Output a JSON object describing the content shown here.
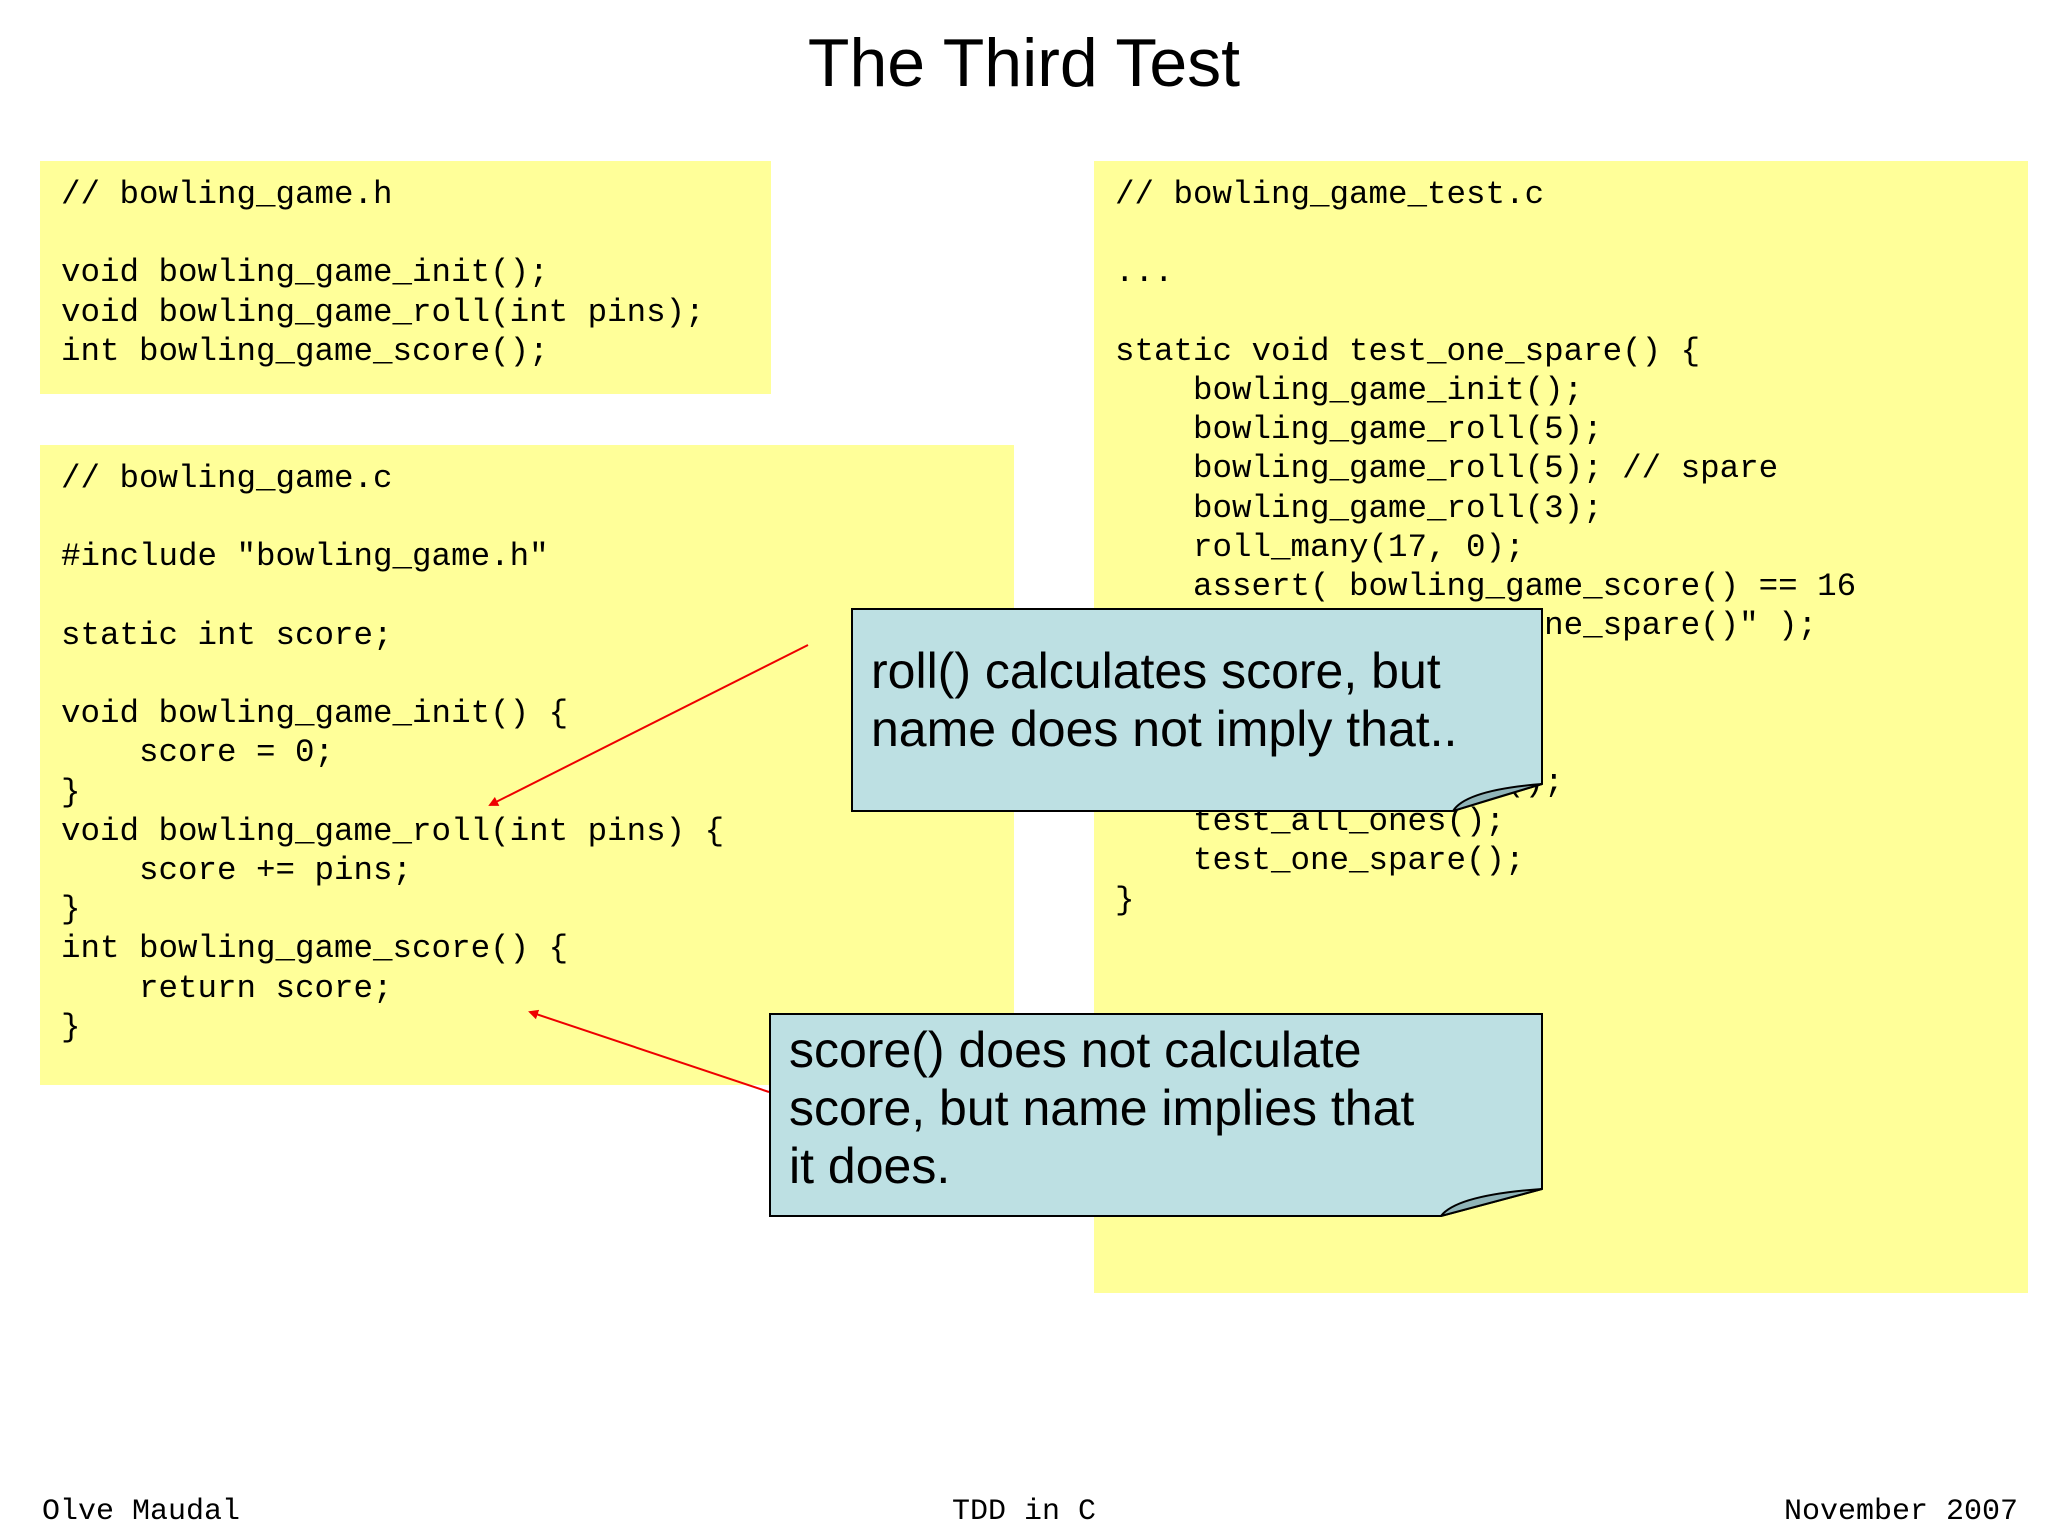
{
  "slide": {
    "title": "The Third Test"
  },
  "code": {
    "header_file": "// bowling_game.h\n\nvoid bowling_game_init();\nvoid bowling_game_roll(int pins);\nint bowling_game_score();",
    "source_file": "// bowling_game.c\n\n#include \"bowling_game.h\"\n\nstatic int score;\n\nvoid bowling_game_init() {\n    score = 0;\n}\nvoid bowling_game_roll(int pins) {\n    score += pins;\n}\nint bowling_game_score() {\n    return score;\n}",
    "test_file": "// bowling_game_test.c\n\n...\n\nstatic void test_one_spare() {\n    bowling_game_init();\n    bowling_game_roll(5);\n    bowling_game_roll(5); // spare\n    bowling_game_roll(3);\n    roll_many(17, 0);\n    assert( bowling_game_score() == 16\n            && \"test_one_spare()\" );\n}\n\nint main() {\n    test_gutter_game();\n    test_all_ones();\n    test_one_spare();\n}"
  },
  "callouts": {
    "roll": "roll() calculates score, but\nname does not imply that..",
    "score": "score() does not calculate\nscore, but name implies that\nit does."
  },
  "colors": {
    "code_background": "#ffff99",
    "callout_fill": "#bde0e3",
    "arrow": "#ee0000"
  },
  "footer": {
    "author": "Olve Maudal",
    "topic": "TDD in C",
    "date": "November 2007"
  }
}
